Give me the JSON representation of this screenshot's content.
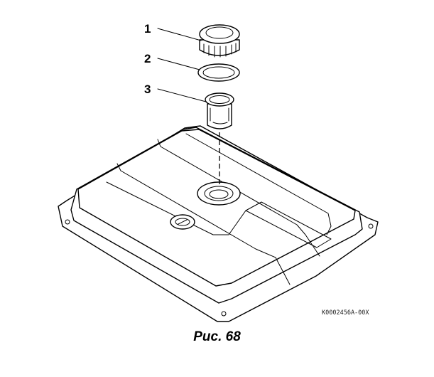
{
  "callouts": [
    {
      "label": "1",
      "part": "fuel-cap"
    },
    {
      "label": "2",
      "part": "cap-gasket"
    },
    {
      "label": "3",
      "part": "fuel-strainer"
    }
  ],
  "drawing_code": "K0002456A-00X",
  "caption": "Рис. 68"
}
